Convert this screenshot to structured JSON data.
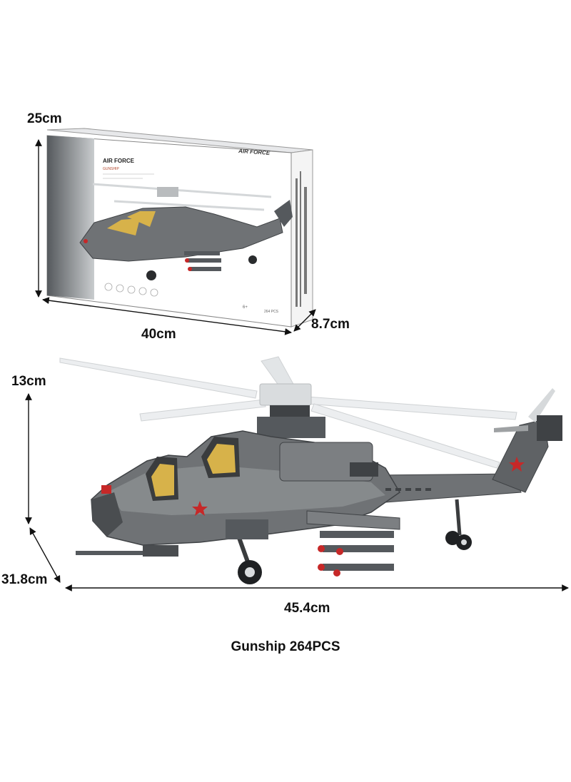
{
  "box": {
    "height_label": "25cm",
    "width_label": "40cm",
    "depth_label": "8.7cm",
    "title_left": "AIR FORCE",
    "subtitle_left": "GUNSHIP",
    "title_right": "AIR FORCE",
    "age_label": "6+",
    "piece_label": "264 PCS"
  },
  "model": {
    "height_label": "13cm",
    "depth_label": "31.8cm",
    "length_label": "45.4cm"
  },
  "caption": "Gunship 264PCS",
  "colors": {
    "hull": "#6f7275",
    "hull_dark": "#3f4245",
    "hull_light": "#a4a7aa",
    "canopy": "#d7b24a",
    "star_red": "#c62828",
    "rotor": "#e9ecee"
  }
}
